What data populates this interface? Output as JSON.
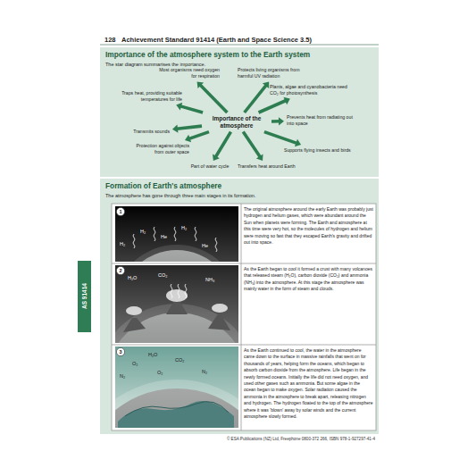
{
  "diagram": {
    "nodes": [
      {
        "text": [
          "Importance of the atmosphere system to the Earth system",
          "The star diagram summarises the importance."
        ]
      },
      {
        "text": [
          "Importance of the atmosphere"
        ],
        "in": 0
      },
      {
        "text": [
          "Most organisms need oxygen for respiration"
        ],
        "in": 0
      },
      {
        "text": [
          "Protects living organisms from harmful UV radiation"
        ],
        "in": 0
      },
      {
        "text": [
          "Plants, algae and cyanobacteria need CO₂ for photosynthesis"
        ],
        "in": 0
      },
      {
        "text": [
          "Prevents heat from radiating out into space"
        ],
        "in": 0
      },
      {
        "text": [
          "Supports flying insects and birds"
        ],
        "in": 0
      },
      {
        "text": [
          "Transfers heat around Earth"
        ],
        "in": 0
      },
      {
        "text": [
          "Part of water cycle"
        ],
        "in": 0
      },
      {
        "text": [
          "Protection against objects from outer space"
        ],
        "in": 0
      },
      {
        "text": [
          "Transmits sounds"
        ],
        "in": 0
      },
      {
        "text": [
          "Traps heat, providing suitable temperatures for life"
        ],
        "in": 0
      },
      {
        "text": [
          "Formation of Earth's atmosphere",
          "The atmosphere has gone through three main stages in its formation."
        ]
      },
      {
        "text": [
          "The original atmosphere around the early Earth was probably just hydrogen and helium gases, which were abundant around the Sun when planets were forming. The Earth and atmosphere at this time were very hot, so the molecules of hydrogen and helium were moving so fast that they escaped Earth's gravity and drifted out into space."
        ],
        "in": 12
      },
      {
        "text": [
          "As the Earth began to cool it formed a crust with many volcanoes that released steam (H₂O), carbon dioxide (CO₂) and ammonia (NH₃) into the atmosphere. At this stage the atmosphere was mainly water in the form of steam and clouds."
        ],
        "in": 12
      },
      {
        "text": [
          "As the Earth continued to cool, the water in the atmosphere came down to the surface in massive rainfalls that went on for thousands of years, helping form the oceans, which began to absorb carbon dioxide from the atmosphere. Life began in the newly formed oceans. Initially the life did not need oxygen, and used other gases such as ammonia. But some algae in the ocean began to make oxygen. Solar radiation caused the ammonia in the atmosphere to break apart, releasing nitrogen and hydrogen. The hydrogen floated to the top of the atmosphere where it was 'blown' away by solar winds and the current atmosphere slowly formed."
        ],
        "in": 12
      }
    ],
    "edges": [
      {
        "from": 1,
        "to": 2,
        "arrow": "to"
      },
      {
        "from": 1,
        "to": 3,
        "arrow": "to"
      },
      {
        "from": 1,
        "to": 4,
        "arrow": "to"
      },
      {
        "from": 1,
        "to": 5,
        "arrow": "to"
      },
      {
        "from": 1,
        "to": 6,
        "arrow": "to"
      },
      {
        "from": 1,
        "to": 7,
        "arrow": "to"
      },
      {
        "from": 1,
        "to": 8,
        "arrow": "to"
      },
      {
        "from": 1,
        "to": 9,
        "arrow": "to"
      },
      {
        "from": 1,
        "to": 10,
        "arrow": "to"
      },
      {
        "from": 1,
        "to": 11,
        "arrow": "to"
      }
    ],
    "labels": [
      "128",
      "Achievement Standard 91414 (Earth and Space Science 3.5)",
      "AS 91414",
      "1",
      "H₂",
      "H₂",
      "He",
      "H₂",
      "He",
      "2",
      "H₂O",
      "CO₂",
      "NH₃",
      "3",
      "H₂O",
      "O₂",
      "CO₂",
      "O₂",
      "N₂",
      "N₂",
      "© ESA Publications (NZ) Ltd, Freephone 0800-372 266, ISBN 978-1-927297-41-4"
    ]
  }
}
